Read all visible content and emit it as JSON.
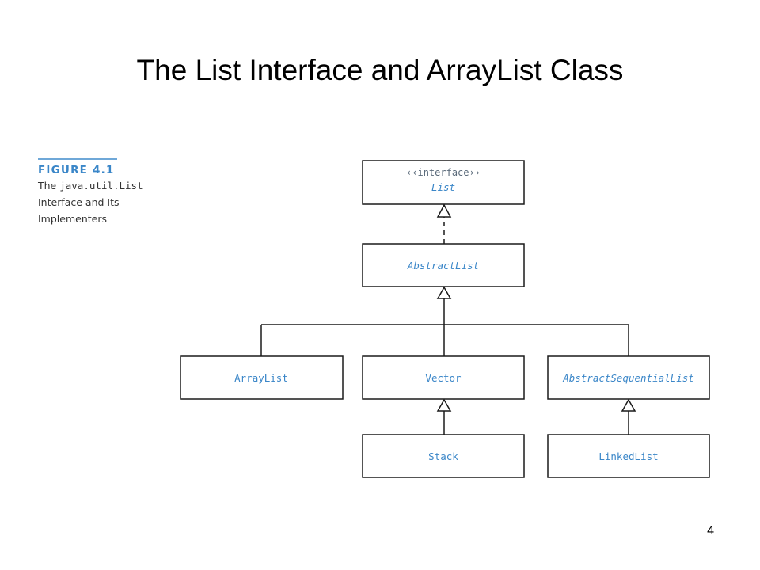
{
  "slide": {
    "title": "The List Interface and ArrayList Class",
    "page_number": "4"
  },
  "figure": {
    "label": "FIGURE 4.1",
    "caption_prefix": "The ",
    "caption_code": "java.util.List",
    "caption_line2": "Interface and Its",
    "caption_line3": "Implementers"
  },
  "diagram": {
    "list": {
      "stereotype": "‹‹interface››",
      "name": "List"
    },
    "abstract_list": {
      "name": "AbstractList"
    },
    "array_list": {
      "name": "ArrayList"
    },
    "vector": {
      "name": "Vector"
    },
    "abstract_sequential_list": {
      "name": "AbstractSequentialList"
    },
    "stack": {
      "name": "Stack"
    },
    "linked_list": {
      "name": "LinkedList"
    },
    "colors": {
      "box_stroke": "#1a1a1a",
      "class_text": "#3a86c8"
    }
  }
}
